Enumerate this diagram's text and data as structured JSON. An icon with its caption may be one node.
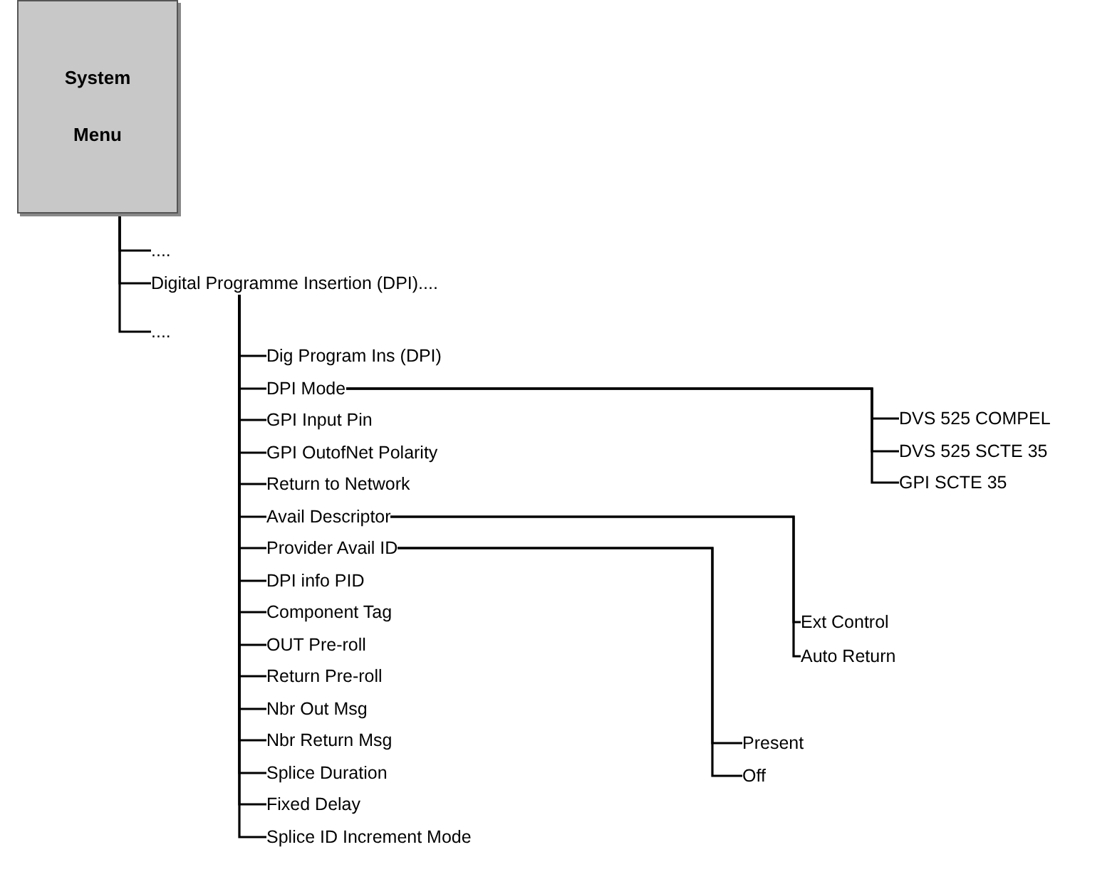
{
  "diagram": {
    "nodes": [
      {
        "text": [
          "System Menu"
        ]
      },
      {
        "text": [
          "...."
        ]
      },
      {
        "text": [
          "Digital Programme Insertion (DPI)...."
        ]
      },
      {
        "text": [
          "...."
        ]
      },
      {
        "text": [
          "Dig Program Ins (DPI)"
        ]
      },
      {
        "text": [
          "DPI Mode"
        ]
      },
      {
        "text": [
          "GPI Input Pin"
        ]
      },
      {
        "text": [
          "GPI OutofNet Polarity"
        ]
      },
      {
        "text": [
          "Return to Network"
        ]
      },
      {
        "text": [
          "Avail Descriptor"
        ]
      },
      {
        "text": [
          "Provider Avail ID"
        ]
      },
      {
        "text": [
          "DPI info PID"
        ]
      },
      {
        "text": [
          "Component Tag"
        ]
      },
      {
        "text": [
          "OUT Pre-roll"
        ]
      },
      {
        "text": [
          "Return Pre-roll"
        ]
      },
      {
        "text": [
          "Nbr Out Msg"
        ]
      },
      {
        "text": [
          "Nbr Return Msg"
        ]
      },
      {
        "text": [
          "Splice Duration"
        ]
      },
      {
        "text": [
          "Fixed Delay"
        ]
      },
      {
        "text": [
          "Splice ID Increment Mode"
        ]
      },
      {
        "text": [
          "DVS 525 COMPEL"
        ]
      },
      {
        "text": [
          "DVS 525 SCTE 35"
        ]
      },
      {
        "text": [
          "GPI SCTE 35"
        ]
      },
      {
        "text": [
          "Ext Control"
        ]
      },
      {
        "text": [
          "Auto Return"
        ]
      },
      {
        "text": [
          "Present"
        ]
      },
      {
        "text": [
          "Off"
        ]
      }
    ],
    "edges": [
      {
        "from": 0,
        "to": 1,
        "arrow": "none"
      },
      {
        "from": 0,
        "to": 2,
        "arrow": "none"
      },
      {
        "from": 0,
        "to": 3,
        "arrow": "none"
      },
      {
        "from": 2,
        "to": 4,
        "arrow": "none"
      },
      {
        "from": 2,
        "to": 5,
        "arrow": "none"
      },
      {
        "from": 2,
        "to": 6,
        "arrow": "none"
      },
      {
        "from": 2,
        "to": 7,
        "arrow": "none"
      },
      {
        "from": 2,
        "to": 8,
        "arrow": "none"
      },
      {
        "from": 2,
        "to": 9,
        "arrow": "none"
      },
      {
        "from": 2,
        "to": 10,
        "arrow": "none"
      },
      {
        "from": 2,
        "to": 11,
        "arrow": "none"
      },
      {
        "from": 2,
        "to": 12,
        "arrow": "none"
      },
      {
        "from": 2,
        "to": 13,
        "arrow": "none"
      },
      {
        "from": 2,
        "to": 14,
        "arrow": "none"
      },
      {
        "from": 2,
        "to": 15,
        "arrow": "none"
      },
      {
        "from": 2,
        "to": 16,
        "arrow": "none"
      },
      {
        "from": 2,
        "to": 17,
        "arrow": "none"
      },
      {
        "from": 2,
        "to": 18,
        "arrow": "none"
      },
      {
        "from": 2,
        "to": 19,
        "arrow": "none"
      },
      {
        "from": 5,
        "to": 20,
        "arrow": "none"
      },
      {
        "from": 5,
        "to": 21,
        "arrow": "none"
      },
      {
        "from": 5,
        "to": 22,
        "arrow": "none"
      },
      {
        "from": 9,
        "to": 23,
        "arrow": "none"
      },
      {
        "from": 9,
        "to": 24,
        "arrow": "none"
      },
      {
        "from": 10,
        "to": 25,
        "arrow": "none"
      },
      {
        "from": 10,
        "to": 26,
        "arrow": "none"
      }
    ]
  }
}
